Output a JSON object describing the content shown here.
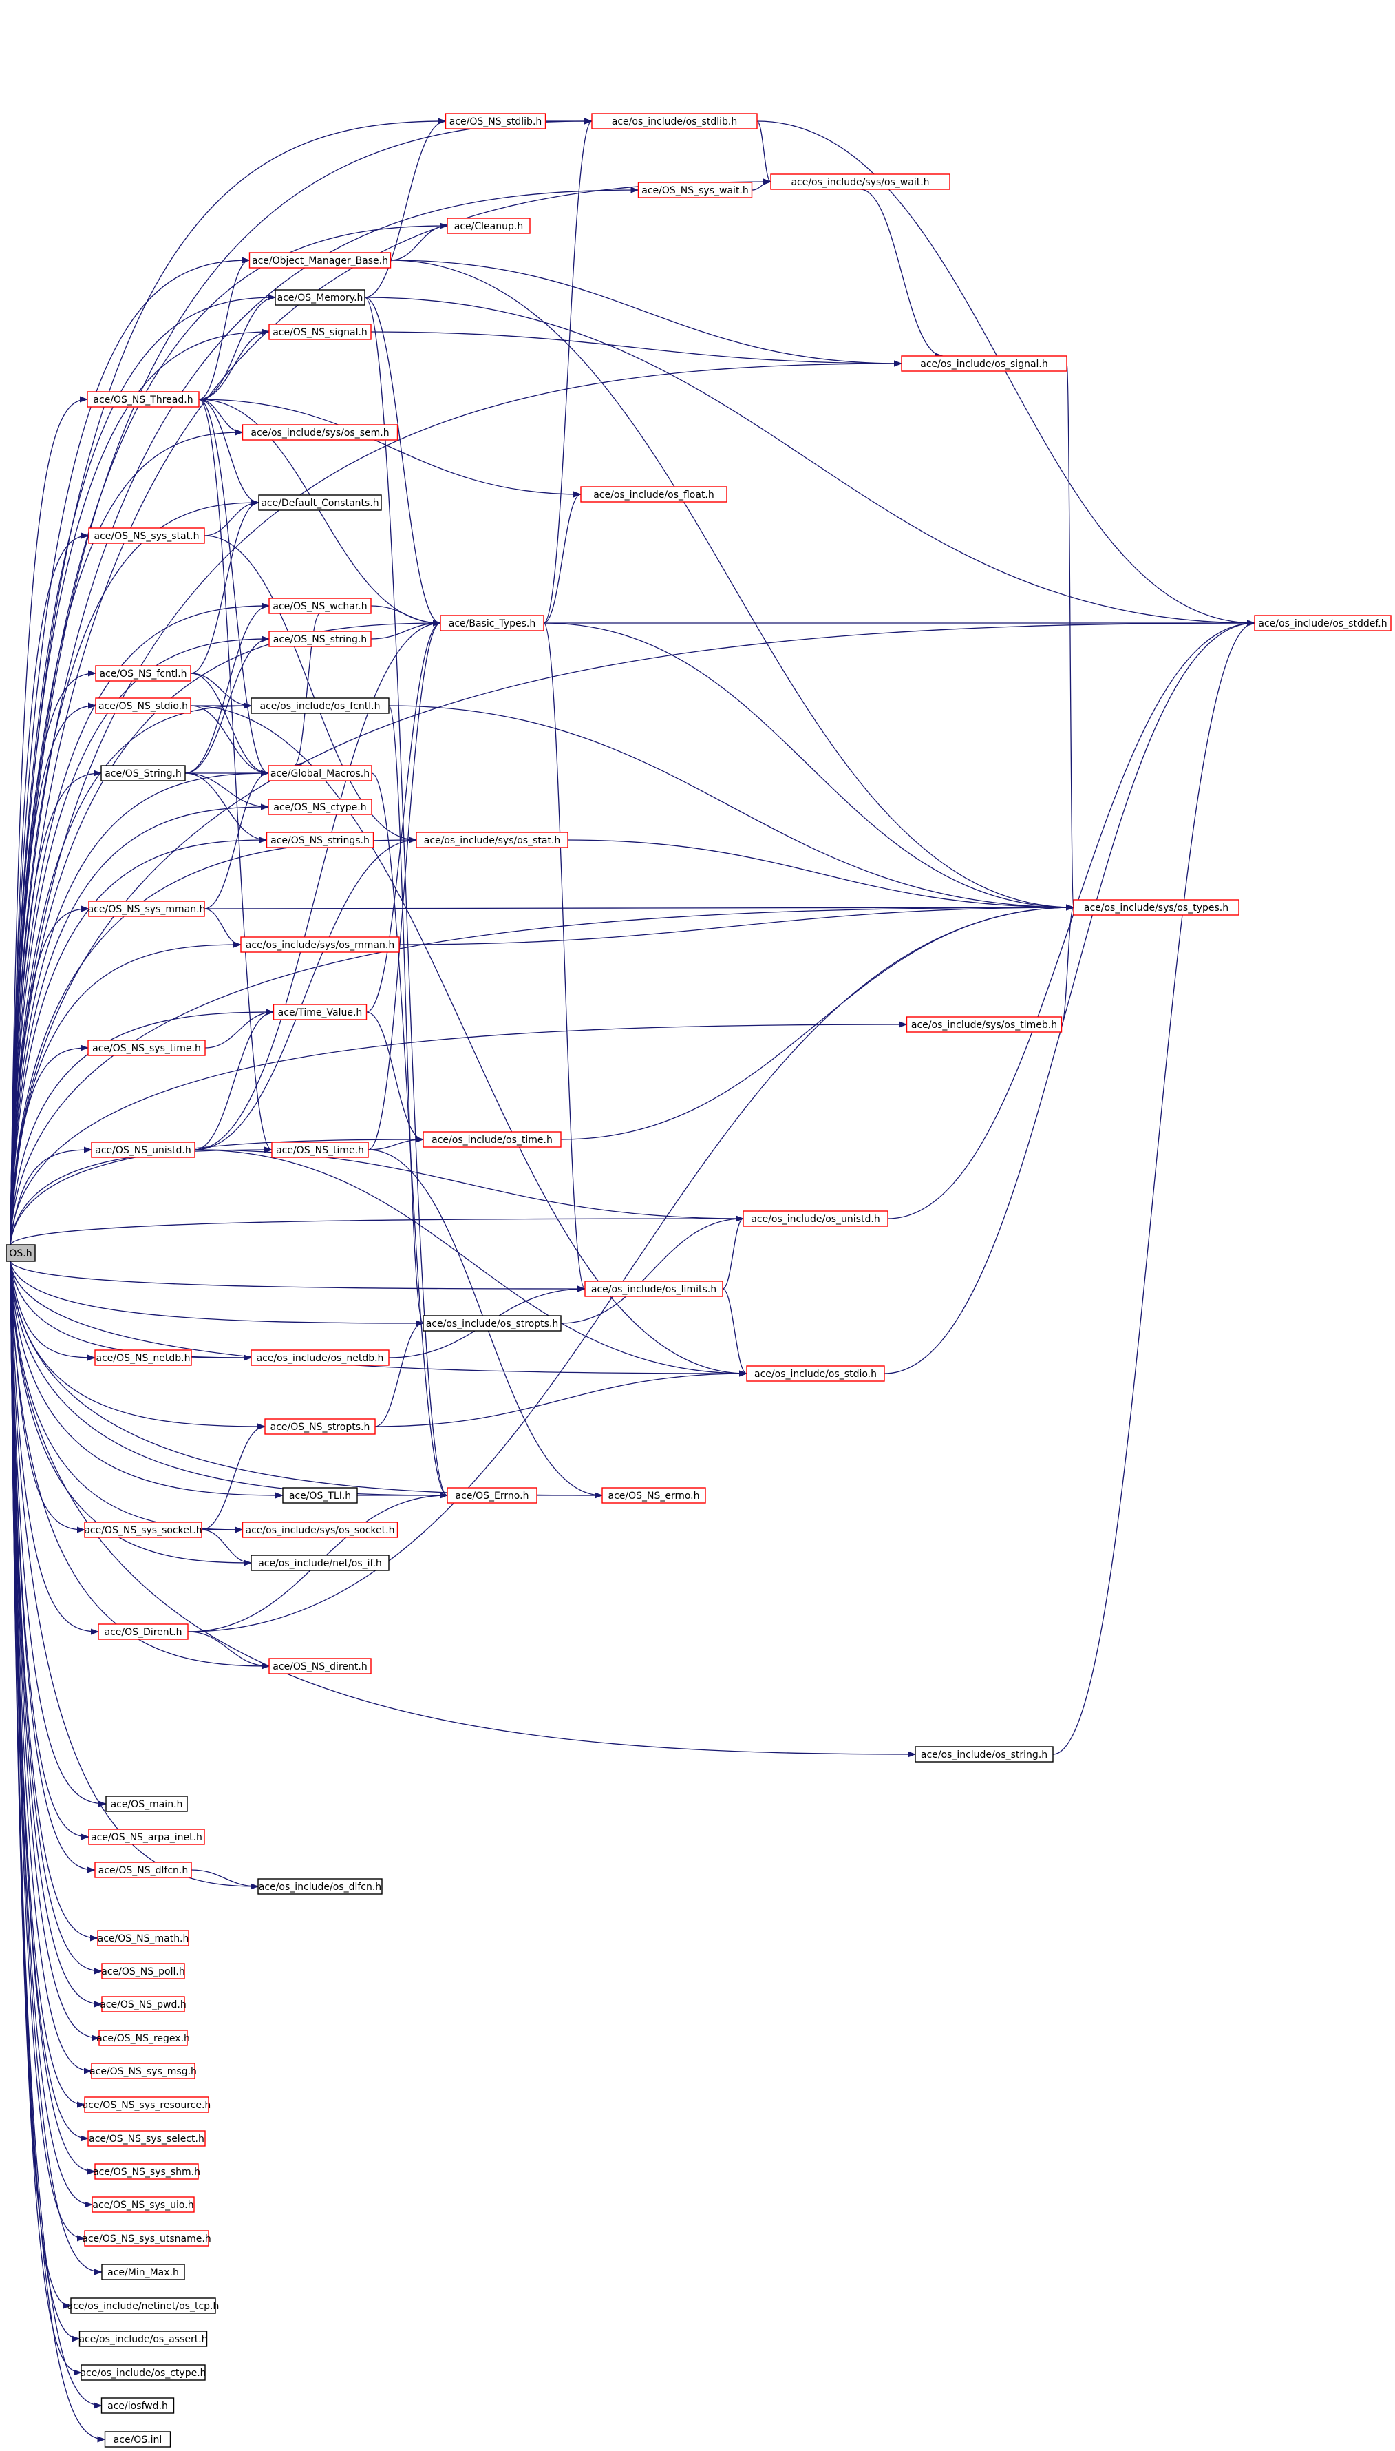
{
  "colors": {
    "edge": "#191970",
    "border_red": "#ff0000",
    "border_black": "#000000",
    "root_fill": "#bfbfbf"
  },
  "nodes": [
    {
      "id": "os_h",
      "label": "OS.h",
      "style": "root"
    },
    {
      "id": "ns_stdlib",
      "label": "ace/OS_NS_stdlib.h",
      "style": "red"
    },
    {
      "id": "os_stdlib",
      "label": "ace/os_include/os_stdlib.h",
      "style": "red"
    },
    {
      "id": "ns_sys_wait",
      "label": "ace/OS_NS_sys_wait.h",
      "style": "red"
    },
    {
      "id": "os_wait",
      "label": "ace/os_include/sys/os_wait.h",
      "style": "red"
    },
    {
      "id": "cleanup",
      "label": "ace/Cleanup.h",
      "style": "red"
    },
    {
      "id": "obj_mgr",
      "label": "ace/Object_Manager_Base.h",
      "style": "red"
    },
    {
      "id": "os_memory",
      "label": "ace/OS_Memory.h",
      "style": "black"
    },
    {
      "id": "ns_signal",
      "label": "ace/OS_NS_signal.h",
      "style": "red"
    },
    {
      "id": "os_signal",
      "label": "ace/os_include/os_signal.h",
      "style": "red"
    },
    {
      "id": "ns_thread",
      "label": "ace/OS_NS_Thread.h",
      "style": "red"
    },
    {
      "id": "os_sem",
      "label": "ace/os_include/sys/os_sem.h",
      "style": "red"
    },
    {
      "id": "os_float",
      "label": "ace/os_include/os_float.h",
      "style": "red"
    },
    {
      "id": "ns_sys_stat",
      "label": "ace/OS_NS_sys_stat.h",
      "style": "red"
    },
    {
      "id": "default_const",
      "label": "ace/Default_Constants.h",
      "style": "black"
    },
    {
      "id": "ns_wchar",
      "label": "ace/OS_NS_wchar.h",
      "style": "red"
    },
    {
      "id": "basic_types",
      "label": "ace/Basic_Types.h",
      "style": "red"
    },
    {
      "id": "os_stddef",
      "label": "ace/os_include/os_stddef.h",
      "style": "red"
    },
    {
      "id": "ns_string",
      "label": "ace/OS_NS_string.h",
      "style": "red"
    },
    {
      "id": "ns_fcntl",
      "label": "ace/OS_NS_fcntl.h",
      "style": "red"
    },
    {
      "id": "ns_stdio",
      "label": "ace/OS_NS_stdio.h",
      "style": "red"
    },
    {
      "id": "os_fcntl",
      "label": "ace/os_include/os_fcntl.h",
      "style": "black"
    },
    {
      "id": "os_string_h",
      "label": "ace/OS_String.h",
      "style": "black"
    },
    {
      "id": "global_macros",
      "label": "ace/Global_Macros.h",
      "style": "red"
    },
    {
      "id": "ns_ctype",
      "label": "ace/OS_NS_ctype.h",
      "style": "red"
    },
    {
      "id": "ns_strings",
      "label": "ace/OS_NS_strings.h",
      "style": "red"
    },
    {
      "id": "os_stat",
      "label": "ace/os_include/sys/os_stat.h",
      "style": "red"
    },
    {
      "id": "ns_sys_mman",
      "label": "ace/OS_NS_sys_mman.h",
      "style": "red"
    },
    {
      "id": "os_types",
      "label": "ace/os_include/sys/os_types.h",
      "style": "red"
    },
    {
      "id": "os_mman",
      "label": "ace/os_include/sys/os_mman.h",
      "style": "red"
    },
    {
      "id": "time_value",
      "label": "ace/Time_Value.h",
      "style": "red"
    },
    {
      "id": "ns_sys_time",
      "label": "ace/OS_NS_sys_time.h",
      "style": "red"
    },
    {
      "id": "os_timeb",
      "label": "ace/os_include/sys/os_timeb.h",
      "style": "red"
    },
    {
      "id": "ns_unistd",
      "label": "ace/OS_NS_unistd.h",
      "style": "red"
    },
    {
      "id": "ns_time",
      "label": "ace/OS_NS_time.h",
      "style": "red"
    },
    {
      "id": "os_time",
      "label": "ace/os_include/os_time.h",
      "style": "red"
    },
    {
      "id": "os_unistd",
      "label": "ace/os_include/os_unistd.h",
      "style": "red"
    },
    {
      "id": "os_limits",
      "label": "ace/os_include/os_limits.h",
      "style": "red"
    },
    {
      "id": "os_stropts",
      "label": "ace/os_include/os_stropts.h",
      "style": "black"
    },
    {
      "id": "ns_netdb",
      "label": "ace/OS_NS_netdb.h",
      "style": "red"
    },
    {
      "id": "os_netdb",
      "label": "ace/os_include/os_netdb.h",
      "style": "red"
    },
    {
      "id": "os_stdio",
      "label": "ace/os_include/os_stdio.h",
      "style": "red"
    },
    {
      "id": "ns_stropts",
      "label": "ace/OS_NS_stropts.h",
      "style": "red"
    },
    {
      "id": "os_tli",
      "label": "ace/OS_TLI.h",
      "style": "black"
    },
    {
      "id": "os_errno_ace",
      "label": "ace/OS_Errno.h",
      "style": "red"
    },
    {
      "id": "ns_errno",
      "label": "ace/OS_NS_errno.h",
      "style": "red"
    },
    {
      "id": "ns_sys_socket",
      "label": "ace/OS_NS_sys_socket.h",
      "style": "red"
    },
    {
      "id": "os_socket",
      "label": "ace/os_include/sys/os_socket.h",
      "style": "red"
    },
    {
      "id": "os_if",
      "label": "ace/os_include/net/os_if.h",
      "style": "black"
    },
    {
      "id": "os_dirent",
      "label": "ace/OS_Dirent.h",
      "style": "red"
    },
    {
      "id": "ns_dirent",
      "label": "ace/OS_NS_dirent.h",
      "style": "red"
    },
    {
      "id": "os_string_inc",
      "label": "ace/os_include/os_string.h",
      "style": "black"
    },
    {
      "id": "os_main",
      "label": "ace/OS_main.h",
      "style": "black"
    },
    {
      "id": "ns_arpa_inet",
      "label": "ace/OS_NS_arpa_inet.h",
      "style": "red"
    },
    {
      "id": "ns_dlfcn",
      "label": "ace/OS_NS_dlfcn.h",
      "style": "red"
    },
    {
      "id": "os_dlfcn",
      "label": "ace/os_include/os_dlfcn.h",
      "style": "black"
    },
    {
      "id": "ns_math",
      "label": "ace/OS_NS_math.h",
      "style": "red"
    },
    {
      "id": "ns_poll",
      "label": "ace/OS_NS_poll.h",
      "style": "red"
    },
    {
      "id": "ns_pwd",
      "label": "ace/OS_NS_pwd.h",
      "style": "red"
    },
    {
      "id": "ns_regex",
      "label": "ace/OS_NS_regex.h",
      "style": "red"
    },
    {
      "id": "ns_sys_msg",
      "label": "ace/OS_NS_sys_msg.h",
      "style": "red"
    },
    {
      "id": "ns_sys_resource",
      "label": "ace/OS_NS_sys_resource.h",
      "style": "red"
    },
    {
      "id": "ns_sys_select",
      "label": "ace/OS_NS_sys_select.h",
      "style": "red"
    },
    {
      "id": "ns_sys_shm",
      "label": "ace/OS_NS_sys_shm.h",
      "style": "red"
    },
    {
      "id": "ns_sys_uio",
      "label": "ace/OS_NS_sys_uio.h",
      "style": "red"
    },
    {
      "id": "ns_sys_utsname",
      "label": "ace/OS_NS_sys_utsname.h",
      "style": "red"
    },
    {
      "id": "min_max",
      "label": "ace/Min_Max.h",
      "style": "black"
    },
    {
      "id": "os_tcp",
      "label": "ace/os_include/netinet/os_tcp.h",
      "style": "black"
    },
    {
      "id": "os_assert",
      "label": "ace/os_include/os_assert.h",
      "style": "black"
    },
    {
      "id": "os_ctype",
      "label": "ace/os_include/os_ctype.h",
      "style": "black"
    },
    {
      "id": "iosfwd",
      "label": "ace/iosfwd.h",
      "style": "black"
    },
    {
      "id": "os_inl",
      "label": "ace/OS.inl",
      "style": "black"
    }
  ],
  "edges": [
    [
      "os_h",
      "ns_stdlib"
    ],
    [
      "os_h",
      "os_stdlib"
    ],
    [
      "os_h",
      "ns_sys_wait"
    ],
    [
      "os_h",
      "os_wait"
    ],
    [
      "os_h",
      "cleanup"
    ],
    [
      "os_h",
      "obj_mgr"
    ],
    [
      "os_h",
      "os_memory"
    ],
    [
      "os_h",
      "ns_signal"
    ],
    [
      "os_h",
      "os_signal"
    ],
    [
      "os_h",
      "ns_thread"
    ],
    [
      "os_h",
      "os_sem"
    ],
    [
      "os_h",
      "default_const"
    ],
    [
      "os_h",
      "ns_sys_stat"
    ],
    [
      "os_h",
      "ns_wchar"
    ],
    [
      "os_h",
      "basic_types"
    ],
    [
      "os_h",
      "os_stddef"
    ],
    [
      "os_h",
      "ns_string"
    ],
    [
      "os_h",
      "ns_fcntl"
    ],
    [
      "os_h",
      "ns_stdio"
    ],
    [
      "os_h",
      "os_fcntl"
    ],
    [
      "os_h",
      "os_string_h"
    ],
    [
      "os_h",
      "global_macros"
    ],
    [
      "os_h",
      "ns_ctype"
    ],
    [
      "os_h",
      "ns_strings"
    ],
    [
      "os_h",
      "os_stat"
    ],
    [
      "os_h",
      "ns_sys_mman"
    ],
    [
      "os_h",
      "os_mman"
    ],
    [
      "os_h",
      "os_types"
    ],
    [
      "os_h",
      "time_value"
    ],
    [
      "os_h",
      "ns_sys_time"
    ],
    [
      "os_h",
      "os_timeb"
    ],
    [
      "os_h",
      "ns_unistd"
    ],
    [
      "os_h",
      "ns_time"
    ],
    [
      "os_h",
      "os_time"
    ],
    [
      "os_h",
      "os_unistd"
    ],
    [
      "os_h",
      "os_limits"
    ],
    [
      "os_h",
      "os_stropts"
    ],
    [
      "os_h",
      "ns_netdb"
    ],
    [
      "os_h",
      "os_netdb"
    ],
    [
      "os_h",
      "os_stdio"
    ],
    [
      "os_h",
      "ns_stropts"
    ],
    [
      "os_h",
      "os_tli"
    ],
    [
      "os_h",
      "os_errno_ace"
    ],
    [
      "os_h",
      "ns_errno"
    ],
    [
      "os_h",
      "ns_sys_socket"
    ],
    [
      "os_h",
      "os_socket"
    ],
    [
      "os_h",
      "os_if"
    ],
    [
      "os_h",
      "os_dirent"
    ],
    [
      "os_h",
      "ns_dirent"
    ],
    [
      "os_h",
      "os_string_inc"
    ],
    [
      "os_h",
      "os_main"
    ],
    [
      "os_h",
      "ns_arpa_inet"
    ],
    [
      "os_h",
      "ns_dlfcn"
    ],
    [
      "os_h",
      "os_dlfcn"
    ],
    [
      "os_h",
      "ns_math"
    ],
    [
      "os_h",
      "ns_poll"
    ],
    [
      "os_h",
      "ns_pwd"
    ],
    [
      "os_h",
      "ns_regex"
    ],
    [
      "os_h",
      "ns_sys_msg"
    ],
    [
      "os_h",
      "ns_sys_resource"
    ],
    [
      "os_h",
      "ns_sys_select"
    ],
    [
      "os_h",
      "ns_sys_shm"
    ],
    [
      "os_h",
      "ns_sys_uio"
    ],
    [
      "os_h",
      "ns_sys_utsname"
    ],
    [
      "os_h",
      "min_max"
    ],
    [
      "os_h",
      "os_tcp"
    ],
    [
      "os_h",
      "os_assert"
    ],
    [
      "os_h",
      "os_ctype"
    ],
    [
      "os_h",
      "iosfwd"
    ],
    [
      "os_h",
      "os_inl"
    ],
    [
      "ns_stdlib",
      "os_stdlib"
    ],
    [
      "os_stdlib",
      "os_wait"
    ],
    [
      "os_stdlib",
      "os_stddef"
    ],
    [
      "ns_sys_wait",
      "os_wait"
    ],
    [
      "os_wait",
      "os_signal"
    ],
    [
      "obj_mgr",
      "cleanup"
    ],
    [
      "obj_mgr",
      "os_signal"
    ],
    [
      "obj_mgr",
      "os_types"
    ],
    [
      "os_memory",
      "ns_stdlib"
    ],
    [
      "os_memory",
      "basic_types"
    ],
    [
      "os_memory",
      "os_stddef"
    ],
    [
      "os_memory",
      "os_errno_ace"
    ],
    [
      "ns_signal",
      "os_signal"
    ],
    [
      "os_signal",
      "os_types"
    ],
    [
      "ns_thread",
      "obj_mgr"
    ],
    [
      "ns_thread",
      "os_memory"
    ],
    [
      "ns_thread",
      "ns_signal"
    ],
    [
      "ns_thread",
      "os_sem"
    ],
    [
      "ns_thread",
      "default_const"
    ],
    [
      "ns_thread",
      "basic_types"
    ],
    [
      "ns_thread",
      "global_macros"
    ],
    [
      "ns_thread",
      "os_float"
    ],
    [
      "ns_thread",
      "ns_time"
    ],
    [
      "ns_sys_stat",
      "default_const"
    ],
    [
      "ns_sys_stat",
      "os_stat"
    ],
    [
      "ns_wchar",
      "basic_types"
    ],
    [
      "ns_wchar",
      "global_macros"
    ],
    [
      "basic_types",
      "os_stddef"
    ],
    [
      "basic_types",
      "os_stdlib"
    ],
    [
      "basic_types",
      "os_float"
    ],
    [
      "basic_types",
      "os_types"
    ],
    [
      "basic_types",
      "os_limits"
    ],
    [
      "ns_string",
      "basic_types"
    ],
    [
      "ns_fcntl",
      "os_fcntl"
    ],
    [
      "ns_fcntl",
      "default_const"
    ],
    [
      "ns_fcntl",
      "global_macros"
    ],
    [
      "ns_stdio",
      "os_fcntl"
    ],
    [
      "ns_stdio",
      "os_stdio"
    ],
    [
      "ns_stdio",
      "global_macros"
    ],
    [
      "os_fcntl",
      "os_types"
    ],
    [
      "os_fcntl",
      "os_stropts"
    ],
    [
      "os_string_h",
      "global_macros"
    ],
    [
      "os_string_h",
      "ns_ctype"
    ],
    [
      "os_string_h",
      "ns_strings"
    ],
    [
      "os_string_h",
      "ns_wchar"
    ],
    [
      "os_string_h",
      "ns_string"
    ],
    [
      "global_macros",
      "os_errno_ace"
    ],
    [
      "os_stat",
      "os_types"
    ],
    [
      "ns_sys_mman",
      "os_mman"
    ],
    [
      "ns_sys_mman",
      "os_types"
    ],
    [
      "ns_sys_mman",
      "global_macros"
    ],
    [
      "os_mman",
      "os_types"
    ],
    [
      "time_value",
      "basic_types"
    ],
    [
      "time_value",
      "os_time"
    ],
    [
      "ns_sys_time",
      "time_value"
    ],
    [
      "os_timeb",
      "os_types"
    ],
    [
      "ns_unistd",
      "time_value"
    ],
    [
      "ns_unistd",
      "os_unistd"
    ],
    [
      "ns_unistd",
      "os_stdio"
    ],
    [
      "ns_unistd",
      "os_stat"
    ],
    [
      "ns_unistd",
      "basic_types"
    ],
    [
      "ns_time",
      "os_time"
    ],
    [
      "ns_time",
      "basic_types"
    ],
    [
      "ns_time",
      "ns_errno"
    ],
    [
      "os_time",
      "os_types"
    ],
    [
      "os_unistd",
      "os_stddef"
    ],
    [
      "os_limits",
      "os_unistd"
    ],
    [
      "os_limits",
      "os_stdio"
    ],
    [
      "os_stropts",
      "os_unistd"
    ],
    [
      "ns_netdb",
      "os_netdb"
    ],
    [
      "os_netdb",
      "os_limits"
    ],
    [
      "os_stdio",
      "os_stddef"
    ],
    [
      "ns_stropts",
      "os_stdio"
    ],
    [
      "ns_stropts",
      "os_stropts"
    ],
    [
      "os_tli",
      "os_errno_ace"
    ],
    [
      "os_errno_ace",
      "ns_errno"
    ],
    [
      "ns_sys_socket",
      "os_socket"
    ],
    [
      "ns_sys_socket",
      "os_if"
    ],
    [
      "ns_sys_socket",
      "ns_stropts"
    ],
    [
      "os_dirent",
      "ns_dirent"
    ],
    [
      "os_dirent",
      "os_errno_ace"
    ],
    [
      "os_dirent",
      "os_types"
    ],
    [
      "os_string_inc",
      "os_stddef"
    ],
    [
      "ns_dlfcn",
      "os_dlfcn"
    ]
  ]
}
